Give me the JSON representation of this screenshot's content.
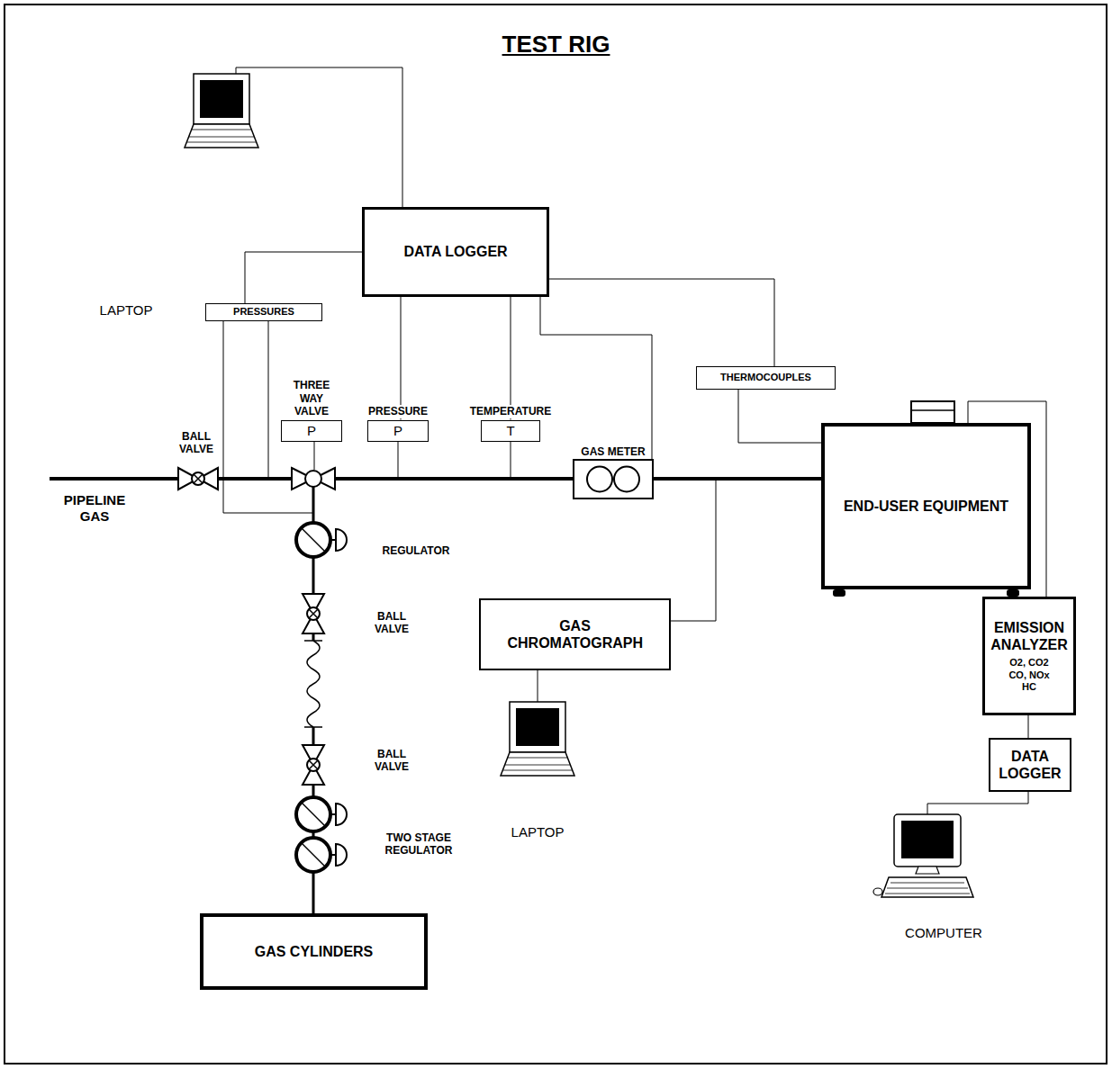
{
  "diagram": {
    "title": "TEST RIG",
    "nodes": [
      {
        "text": [
          "DATA LOGGER"
        ]
      },
      {
        "text": [
          "PRESSURES"
        ]
      },
      {
        "text": [
          "THREE WAY VALVE",
          "P"
        ]
      },
      {
        "text": [
          "PRESSURE",
          "P"
        ]
      },
      {
        "text": [
          "TEMPERATURE",
          "T"
        ]
      },
      {
        "text": [
          "GAS METER"
        ]
      },
      {
        "text": [
          "THERMOCOUPLES"
        ]
      },
      {
        "text": [
          "END-USER EQUIPMENT"
        ]
      },
      {
        "text": [
          "GAS CHROMATOGRAPH"
        ]
      },
      {
        "text": [
          "EMISSION ANALYZER",
          "O2, CO2 CO, NOx HC"
        ]
      },
      {
        "text": [
          "DATA LOGGER"
        ]
      },
      {
        "text": [
          "GAS CYLINDERS"
        ]
      }
    ],
    "edges": [
      {
        "from": 0,
        "to": 1,
        "arrow": "none"
      },
      {
        "from": 0,
        "to": 3,
        "arrow": "none"
      },
      {
        "from": 0,
        "to": 4,
        "arrow": "none"
      },
      {
        "from": 0,
        "to": 5,
        "arrow": "none"
      },
      {
        "from": 0,
        "to": 6,
        "arrow": "none"
      },
      {
        "from": 6,
        "to": 7,
        "arrow": "none"
      },
      {
        "from": 5,
        "to": 7,
        "arrow": "none"
      },
      {
        "from": 7,
        "to": 9,
        "arrow": "none"
      },
      {
        "from": 9,
        "to": 10,
        "arrow": "none"
      }
    ],
    "labels": [
      "PIPELINE GAS",
      "BALL VALVE",
      "LAPTOP",
      "REGULATOR",
      "BALL VALVE",
      "BALL VALVE",
      "TWO STAGE REGULATOR",
      "LAPTOP",
      "COMPUTER"
    ]
  }
}
